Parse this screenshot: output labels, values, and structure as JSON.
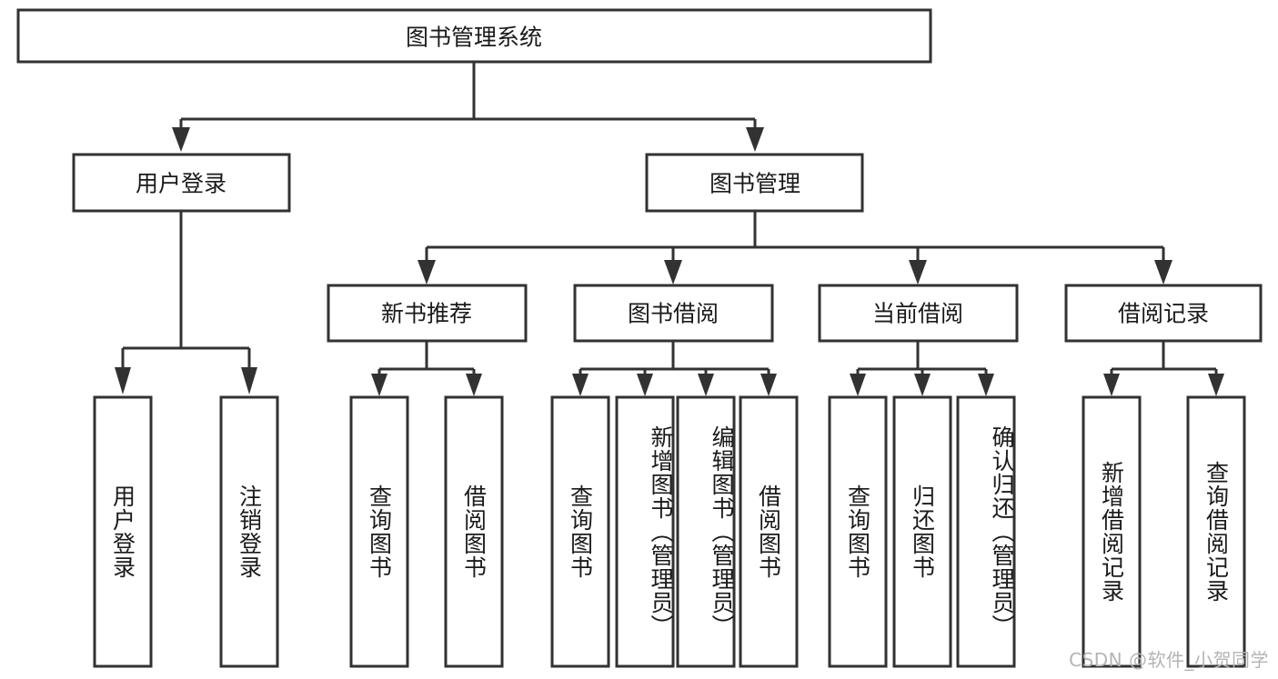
{
  "diagram": {
    "title": "图书管理系统",
    "watermark": "CSDN @软件_小贺同学",
    "colors": {
      "stroke": "#323232",
      "fill": "#ffffff",
      "text": "#1a1a1a",
      "watermark": "#b4b4b4"
    },
    "nodes": {
      "root": {
        "label": "图书管理系统"
      },
      "level2": [
        {
          "id": "user-login",
          "label": "用户登录"
        },
        {
          "id": "book-management",
          "label": "图书管理"
        }
      ],
      "level3": [
        {
          "id": "new-book-recommend",
          "label": "新书推荐"
        },
        {
          "id": "book-borrow",
          "label": "图书借阅"
        },
        {
          "id": "current-borrow",
          "label": "当前借阅"
        },
        {
          "id": "borrow-record",
          "label": "借阅记录"
        }
      ],
      "leaves": {
        "user-login": [
          {
            "id": "leaf-user-login",
            "label": "用户登录"
          },
          {
            "id": "leaf-user-logout",
            "label": "注销登录"
          }
        ],
        "new-book-recommend": [
          {
            "id": "leaf-query-book-1",
            "label": "查询图书"
          },
          {
            "id": "leaf-borrow-book-1",
            "label": "借阅图书"
          }
        ],
        "book-borrow": [
          {
            "id": "leaf-query-book-2",
            "label": "查询图书"
          },
          {
            "id": "leaf-add-book",
            "label": "新增图书（管理员）"
          },
          {
            "id": "leaf-edit-book",
            "label": "编辑图书（管理员）"
          },
          {
            "id": "leaf-borrow-book-2",
            "label": "借阅图书"
          }
        ],
        "current-borrow": [
          {
            "id": "leaf-query-book-3",
            "label": "查询图书"
          },
          {
            "id": "leaf-return-book",
            "label": "归还图书"
          },
          {
            "id": "leaf-confirm-return",
            "label": "确认归还（管理员）"
          }
        ],
        "borrow-record": [
          {
            "id": "leaf-add-record",
            "label": "新增借阅记录"
          },
          {
            "id": "leaf-query-record",
            "label": "查询借阅记录"
          }
        ]
      }
    }
  }
}
